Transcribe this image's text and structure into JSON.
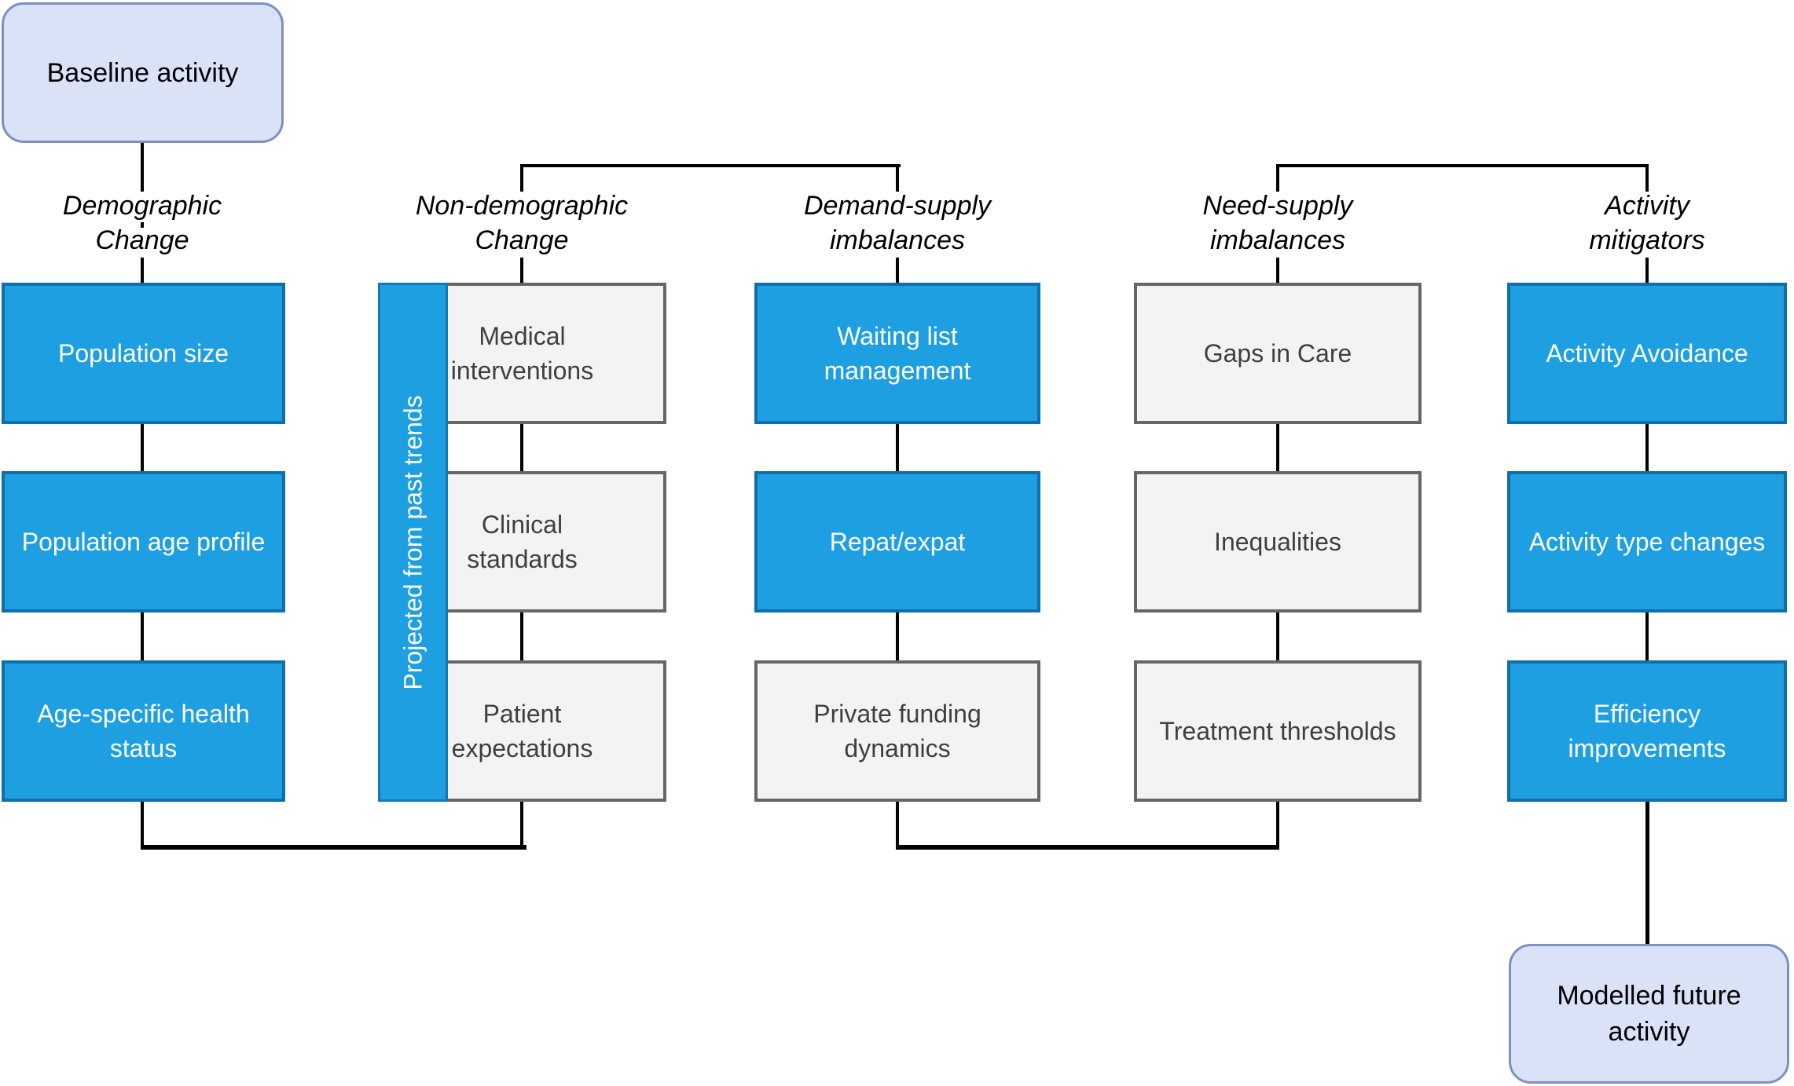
{
  "colors": {
    "node-blue": "#1E9FE2",
    "node-blue-border": "#0F6FA9",
    "node-grey": "#F3F3F3",
    "node-grey-border": "#666666",
    "node-grey-text": "#3F3F3F",
    "terminal-fill": "#D9E2F7",
    "terminal-border": "#7C90C2",
    "bar-fill": "#1E9FE2",
    "bar-border": "#1478B4",
    "connector": "#000000"
  },
  "terminals": {
    "start": {
      "label": "Baseline activity"
    },
    "end": {
      "label": "Modelled future\nactivity"
    }
  },
  "projection_bar": {
    "label": "Projected from past trends"
  },
  "columns": [
    {
      "header": "Demographic\nChange",
      "boxes": [
        {
          "label": "Population size",
          "style": "blue"
        },
        {
          "label": "Population age profile",
          "style": "blue"
        },
        {
          "label": "Age-specific health\nstatus",
          "style": "blue"
        }
      ]
    },
    {
      "header": "Non-demographic\nChange",
      "boxes": [
        {
          "label": "Medical\ninterventions",
          "style": "grey"
        },
        {
          "label": "Clinical\nstandards",
          "style": "grey"
        },
        {
          "label": "Patient\nexpectations",
          "style": "grey"
        }
      ]
    },
    {
      "header": "Demand-supply\nimbalances",
      "boxes": [
        {
          "label": "Waiting list\nmanagement",
          "style": "blue"
        },
        {
          "label": "Repat/expat",
          "style": "blue"
        },
        {
          "label": "Private funding\ndynamics",
          "style": "grey"
        }
      ]
    },
    {
      "header": "Need-supply\nimbalances",
      "boxes": [
        {
          "label": "Gaps in Care",
          "style": "grey"
        },
        {
          "label": "Inequalities",
          "style": "grey"
        },
        {
          "label": "Treatment thresholds",
          "style": "grey"
        }
      ]
    },
    {
      "header": "Activity\nmitigators",
      "boxes": [
        {
          "label": "Activity Avoidance",
          "style": "blue"
        },
        {
          "label": "Activity type changes",
          "style": "blue"
        },
        {
          "label": "Efficiency\nimprovements",
          "style": "blue"
        }
      ]
    }
  ]
}
